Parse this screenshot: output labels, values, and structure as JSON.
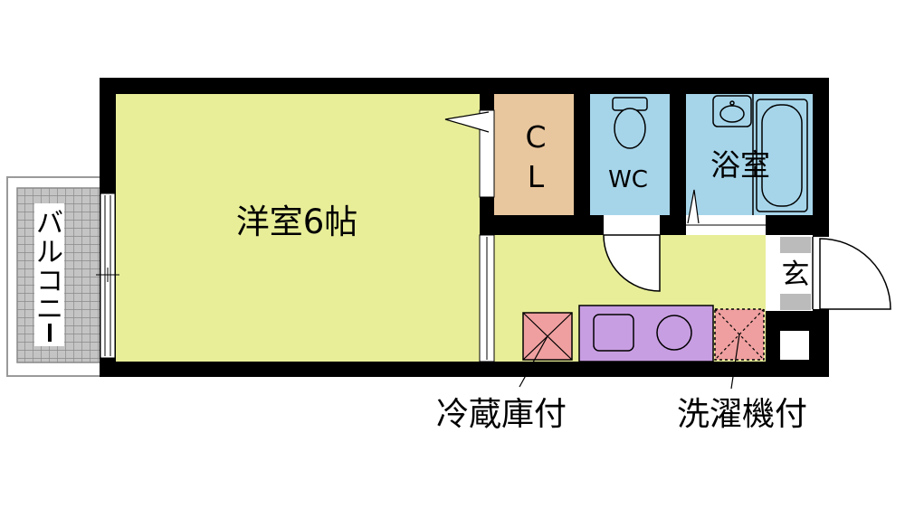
{
  "rooms": {
    "western_room": "洋室6帖",
    "closet": [
      "C",
      "L"
    ],
    "wc": "WC",
    "bath": "浴室",
    "entrance": "玄",
    "balcony": [
      "バ",
      "ル",
      "コ",
      "ニ",
      "ー"
    ]
  },
  "callouts": {
    "fridge": "冷蔵庫付",
    "washer": "洗濯機付"
  },
  "colors": {
    "room": "#e8ee98",
    "closet": "#e9c79e",
    "wet_area": "#a6d5ea",
    "kitchen": "#c89ee2",
    "appliance": "#ef9f9f",
    "balcony": "#bdbdbd",
    "wall": "#000000"
  }
}
